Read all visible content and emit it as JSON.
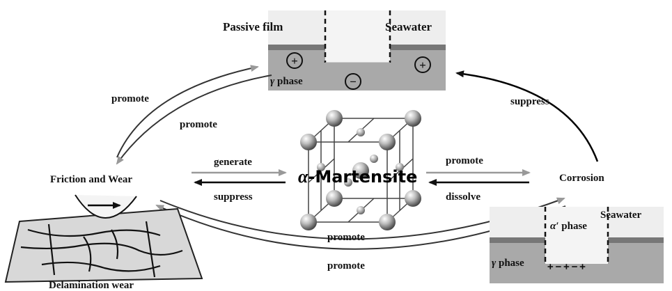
{
  "passive_panel": {
    "left_label": "Passive film",
    "right_label": "Seawater",
    "phase_greek": "γ",
    "phase_text": " phase",
    "plus": "+",
    "minus": "−"
  },
  "corrosion_panel": {
    "seawater_label": "Seawater",
    "alpha_greek": "α′",
    "alpha_text": " phase",
    "gamma_greek": "γ",
    "gamma_text": " phase",
    "charges": "+−+−+"
  },
  "center": {
    "alpha_symbol": "α",
    "martensite": "-Martensite"
  },
  "nodes": {
    "friction": "Friction and Wear",
    "corrosion": "Corrosion",
    "delamination": "Delamination wear"
  },
  "arrows": {
    "promote_top_left_outer": "promote",
    "promote_top_left_inner": "promote",
    "suppress_top_right": "suppress",
    "generate": "generate",
    "suppress_left": "suppress",
    "promote_right": "promote",
    "dissolve": "dissolve",
    "promote_bottom_inner": "promote",
    "promote_bottom_outer": "promote"
  }
}
